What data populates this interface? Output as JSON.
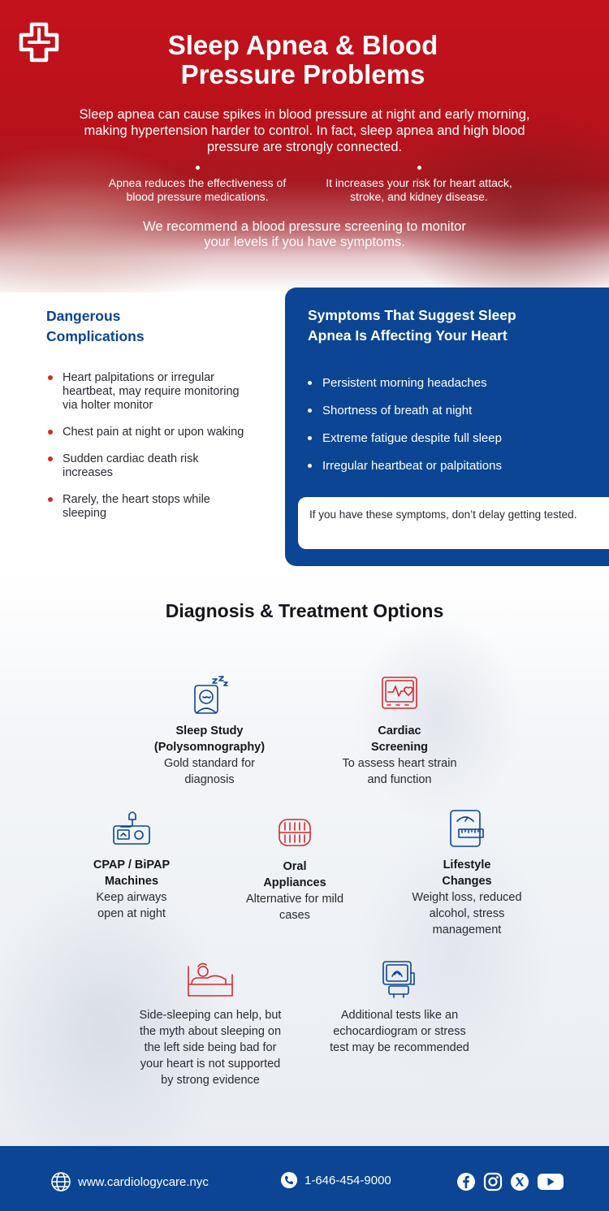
{
  "hero": {
    "title": "Sleep Apnea & Blood Pressure Problems",
    "intro": "Sleep apnea can cause spikes in blood pressure at night and early morning, making hypertension harder to control. In fact, sleep apnea and high blood pressure are strongly connected.",
    "bullets": [
      "Apnea reduces the effectiveness of blood pressure medications.",
      "It increases your risk for heart attack, stroke, and kidney disease."
    ],
    "recommendation": "We recommend a blood pressure screening to monitor your levels if you have symptoms."
  },
  "complications": {
    "heading": "Dangerous Complications",
    "items": [
      "Heart palpitations or irregular heartbeat, may require monitoring via holter monitor",
      "Chest pain at night or upon waking",
      "Sudden cardiac death risk increases",
      "Rarely, the heart stops while sleeping"
    ]
  },
  "symptoms": {
    "heading": "Symptoms That Suggest Sleep Apnea Is Affecting Your Heart",
    "items": [
      "Persistent morning headaches",
      "Shortness of breath at night",
      "Extreme fatigue despite full sleep",
      "Irregular heartbeat or palpitations"
    ],
    "note": "If you have these symptoms, don’t delay getting tested."
  },
  "diagnosis": {
    "title": "Diagnosis & Treatment Options",
    "items": [
      {
        "name_line1": "Sleep Study",
        "name_line2": "(Polysomnography)",
        "desc": "Gold standard for diagnosis",
        "icon": "sleeping-person-icon"
      },
      {
        "name_line1": "Cardiac",
        "name_line2": "Screening",
        "desc": "To assess heart strain and function",
        "icon": "heart-monitor-icon"
      },
      {
        "name_line1": "CPAP / BiPAP",
        "name_line2": "Machines",
        "desc": "Keep airways open at night",
        "icon": "cpap-machine-icon"
      },
      {
        "name_line1": "Oral",
        "name_line2": "Appliances",
        "desc": "Alternative for mild cases",
        "icon": "dental-appliance-icon"
      },
      {
        "name_line1": "Lifestyle",
        "name_line2": "Changes",
        "desc": "Weight loss, reduced alcohol, stress management",
        "icon": "scale-tape-icon"
      }
    ],
    "notes": [
      {
        "text": "Side-sleeping can help, but the myth about sleeping on the left side being bad for your heart is not supported by strong evidence",
        "icon": "side-sleeping-icon"
      },
      {
        "text": "Additional tests like an echocardiogram or stress test may be recommended",
        "icon": "echocardiogram-icon"
      }
    ]
  },
  "footer": {
    "website": "www.cardiologycare.nyc",
    "phone": "1-646-454-9000",
    "social": [
      "facebook-icon",
      "instagram-icon",
      "x-icon",
      "youtube-icon"
    ]
  },
  "colors": {
    "brand_red": "#c4121c",
    "brand_blue": "#0b4593",
    "bullet_red": "#d22a2f"
  }
}
